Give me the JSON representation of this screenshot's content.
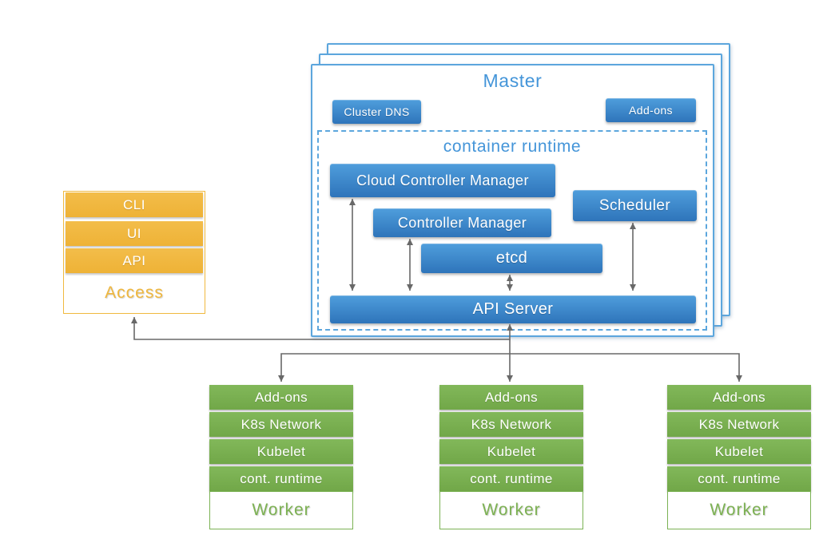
{
  "master": {
    "title": "Master",
    "cluster_dns": "Cluster DNS",
    "addons": "Add-ons",
    "container_runtime": {
      "title": "container runtime",
      "cloud_controller_manager": "Cloud Controller Manager",
      "controller_manager": "Controller Manager",
      "etcd": "etcd",
      "scheduler": "Scheduler",
      "api_server": "API Server"
    }
  },
  "access": {
    "title": "Access",
    "items": [
      "CLI",
      "UI",
      "API"
    ]
  },
  "workers": [
    {
      "title": "Worker",
      "items": [
        "Add-ons",
        "K8s Network",
        "Kubelet",
        "cont. runtime"
      ]
    },
    {
      "title": "Worker",
      "items": [
        "Add-ons",
        "K8s Network",
        "Kubelet",
        "cont. runtime"
      ]
    },
    {
      "title": "Worker",
      "items": [
        "Add-ons",
        "K8s Network",
        "Kubelet",
        "cont. runtime"
      ]
    }
  ],
  "colors": {
    "blue_box_top": "#4f9edc",
    "blue_box_bottom": "#2e74ba",
    "light_blue_border": "#5ca6dd",
    "blue_title": "#4495d9",
    "orange": "#f0b93f",
    "green": "#7bb254",
    "arrow_gray": "#686868"
  }
}
